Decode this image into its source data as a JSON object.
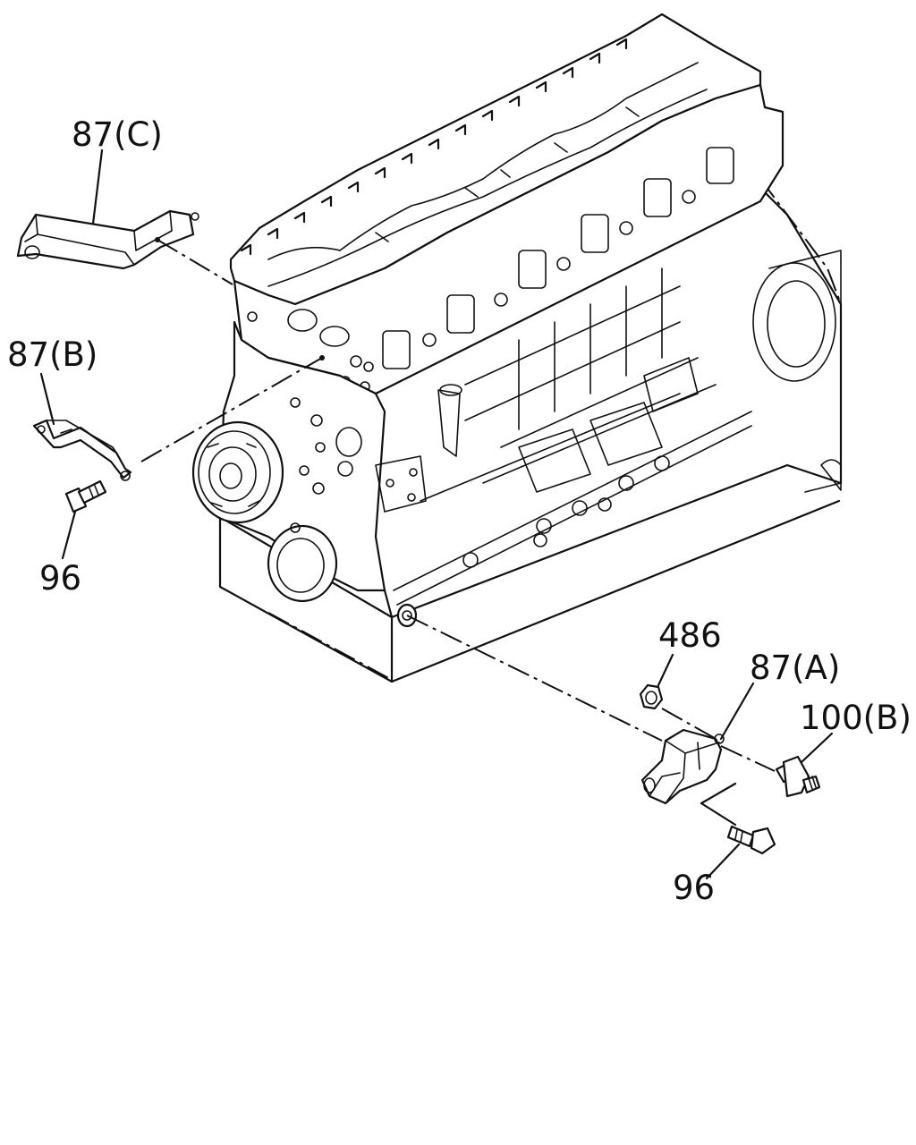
{
  "diagram": {
    "callouts": {
      "bracket_c": "87(C)",
      "bracket_b": "87(B)",
      "bolt_upper": "96",
      "nut": "486",
      "bracket_a": "87(A)",
      "stud": "100(B)",
      "bolt_lower": "96"
    },
    "line_color": "#111111",
    "background_color": "#ffffff"
  }
}
